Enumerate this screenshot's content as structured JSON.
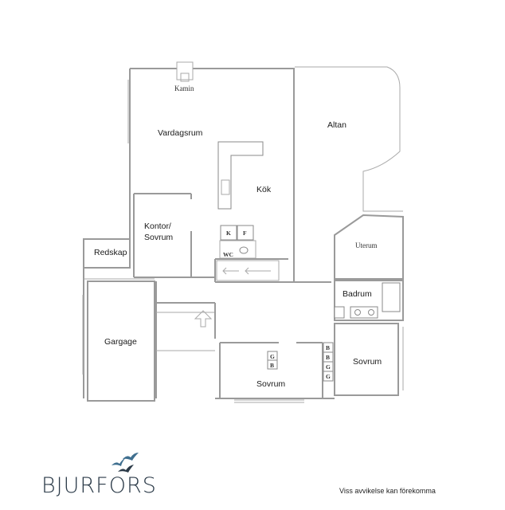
{
  "rooms": {
    "kamin": "Kamin",
    "vardagsrum": "Vardagsrum",
    "altan": "Altan",
    "kok": "Kök",
    "kontor_line1": "Kontor/",
    "kontor_line2": "Sovrum",
    "redskap": "Redskap",
    "uterum": "Uterum",
    "badrum": "Badrum",
    "gargage": "Gargage",
    "sovrum_right": "Sovrum",
    "sovrum_bottom": "Sovrum"
  },
  "fixtures": {
    "k": "K",
    "f": "F",
    "wc": "WC",
    "g1": "G",
    "b1": "B",
    "b_stack": [
      "B",
      "B",
      "G",
      "G"
    ]
  },
  "brand": {
    "name": "BJURFORS",
    "logo": "birds-logo-icon",
    "color": "#2b3a48"
  },
  "disclaimer": "Viss avvikelse kan förekomma"
}
